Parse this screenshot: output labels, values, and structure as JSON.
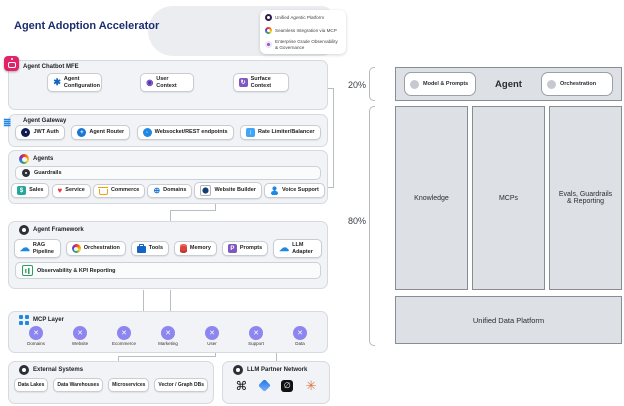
{
  "title": "Agent Adoption Accelerator",
  "legend": {
    "items": [
      {
        "label": "Unified Agentic Platform"
      },
      {
        "label": "Seamless Integration via MCP"
      },
      {
        "label": "Enterprise Grade Observability & Governance"
      }
    ]
  },
  "layers": {
    "chatbot_mfe": {
      "label": "Agent Chatbot MFE",
      "items": [
        "Agent Configuration",
        "User Context",
        "Surface Context"
      ]
    },
    "gateway": {
      "label": "Agent Gateway",
      "items": [
        "JWT Auth",
        "Agent Router",
        "Websocket/REST endpoints",
        "Rate Limiter/Balancer"
      ]
    },
    "agents": {
      "label": "Agents",
      "guardrails_label": "Guardrails",
      "items": [
        "Sales",
        "Service",
        "Commerce",
        "Domains",
        "Website Builder",
        "Voice Support"
      ]
    },
    "framework": {
      "label": "Agent Framework",
      "items": [
        "RAG Pipeline",
        "Orchestration",
        "Tools",
        "Memory",
        "Prompts",
        "LLM Adapter"
      ],
      "observability_label": "Observability & KPI Reporting"
    },
    "mcp": {
      "label": "MCP Layer",
      "items": [
        "Domains",
        "Website",
        "Ecommerce",
        "Marketing",
        "User",
        "Support",
        "Data"
      ]
    },
    "external_systems": {
      "label": "External Systems",
      "items": [
        "Data Lakes",
        "Data Warehouses",
        "Microservices",
        "Vector / Graph DBs"
      ]
    },
    "llm_partner_network": {
      "label": "LLM Partner Network"
    }
  },
  "right_diagram": {
    "top_percent": "20%",
    "bottom_percent": "80%",
    "agent_row": {
      "center_label": "Agent",
      "left_chip": "Model & Prompts",
      "right_chip": "Orchestration"
    },
    "columns": [
      "Knowledge",
      "MCPs",
      "Evals, Guardrails & Reporting"
    ],
    "platform_label": "Unified Data Platform"
  },
  "colors": {
    "accent_pink": "#e0246a",
    "accent_blue": "#1e88e5",
    "mcp_purple": "#8d86f0",
    "title_navy": "#1c2e6e"
  }
}
